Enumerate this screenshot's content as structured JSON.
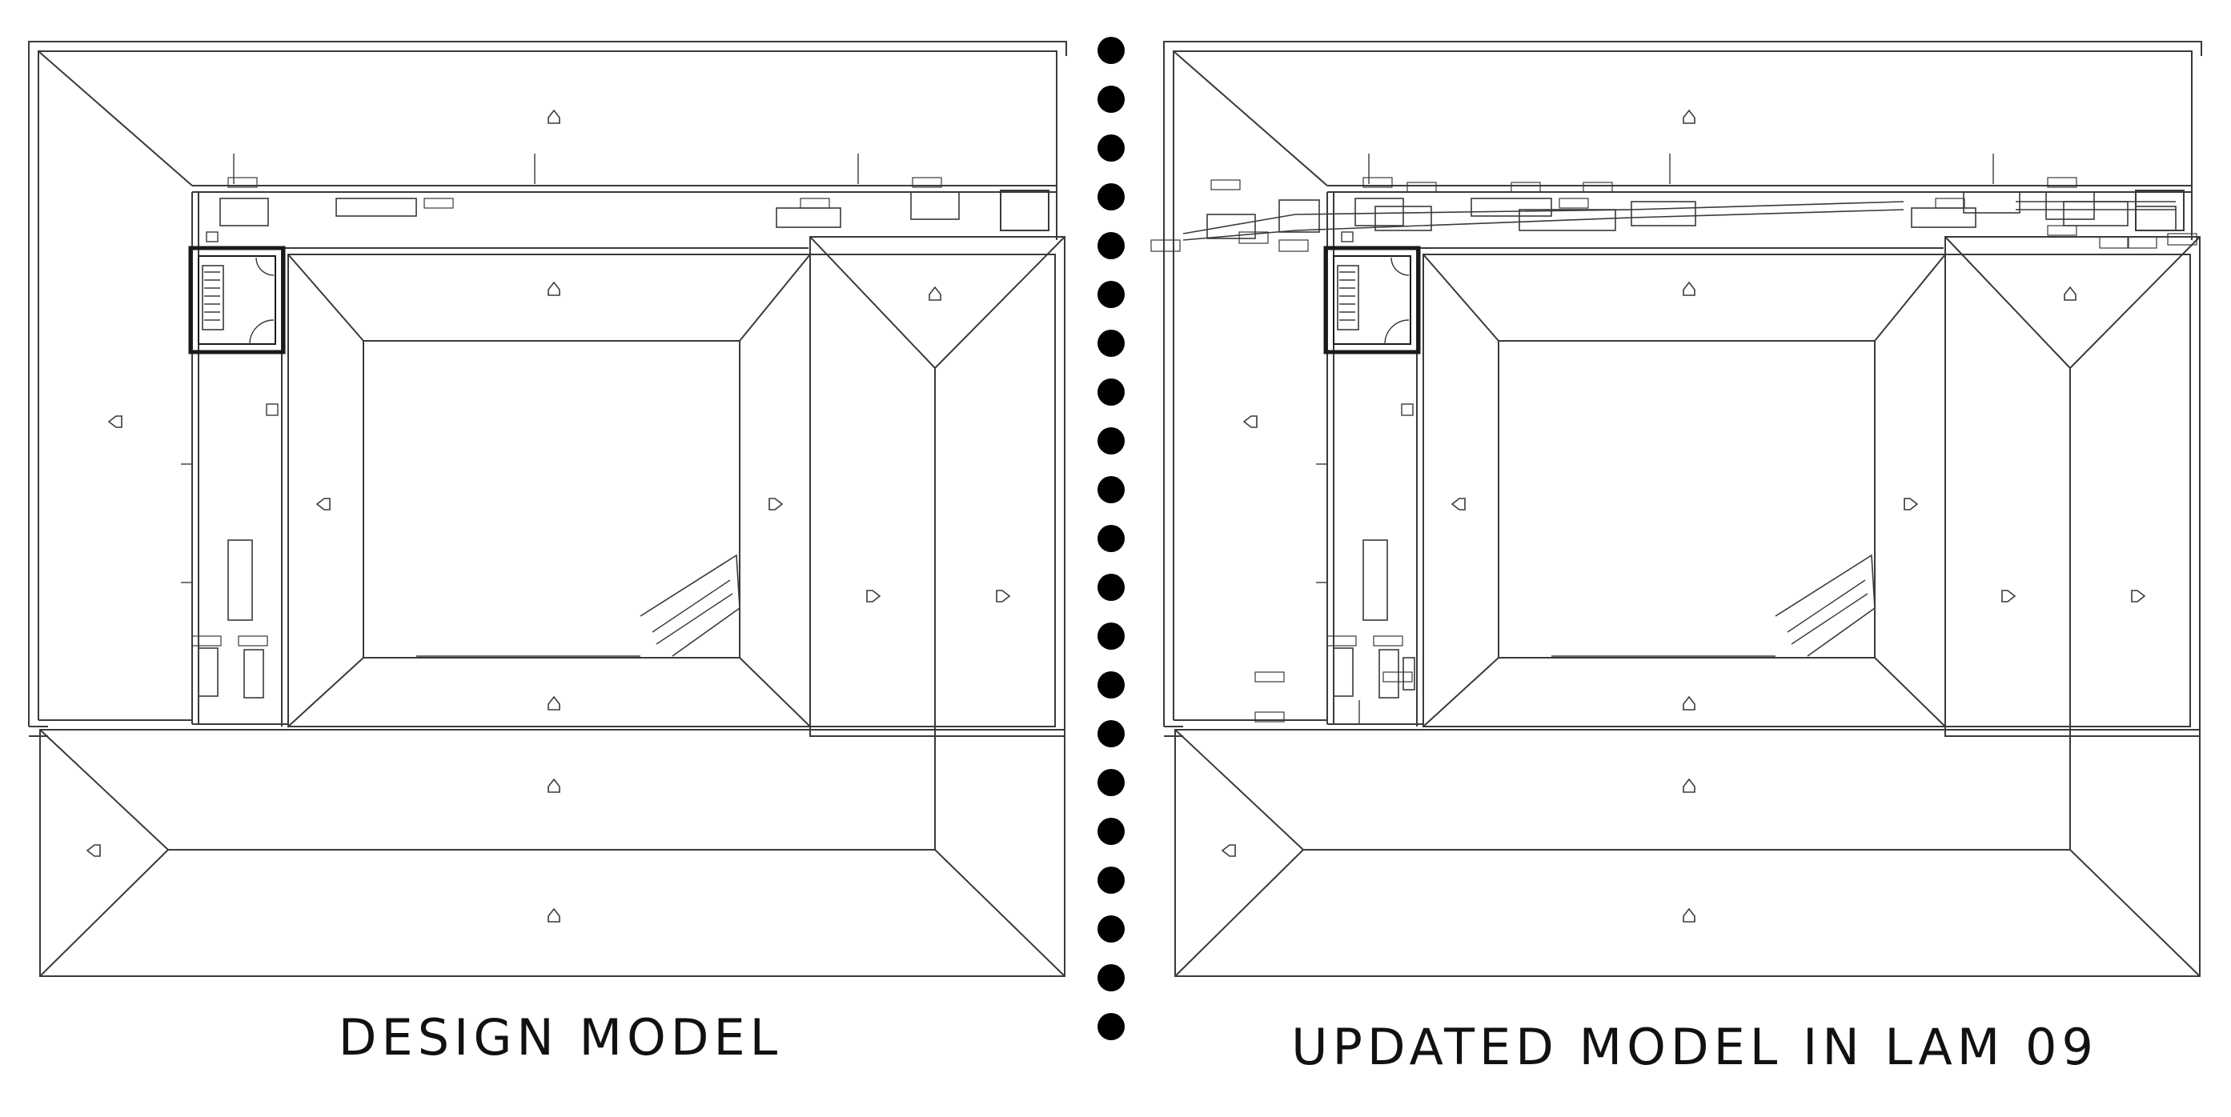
{
  "panels": {
    "left": {
      "caption": "DESIGN MODEL"
    },
    "right": {
      "caption": "UPDATED MODEL IN LAM 09"
    }
  },
  "colors": {
    "line": "#3a3a3a",
    "heavy": "#1a1a1a",
    "dot": "#000000",
    "background": "#ffffff"
  },
  "divider": {
    "dot_count": 21
  }
}
